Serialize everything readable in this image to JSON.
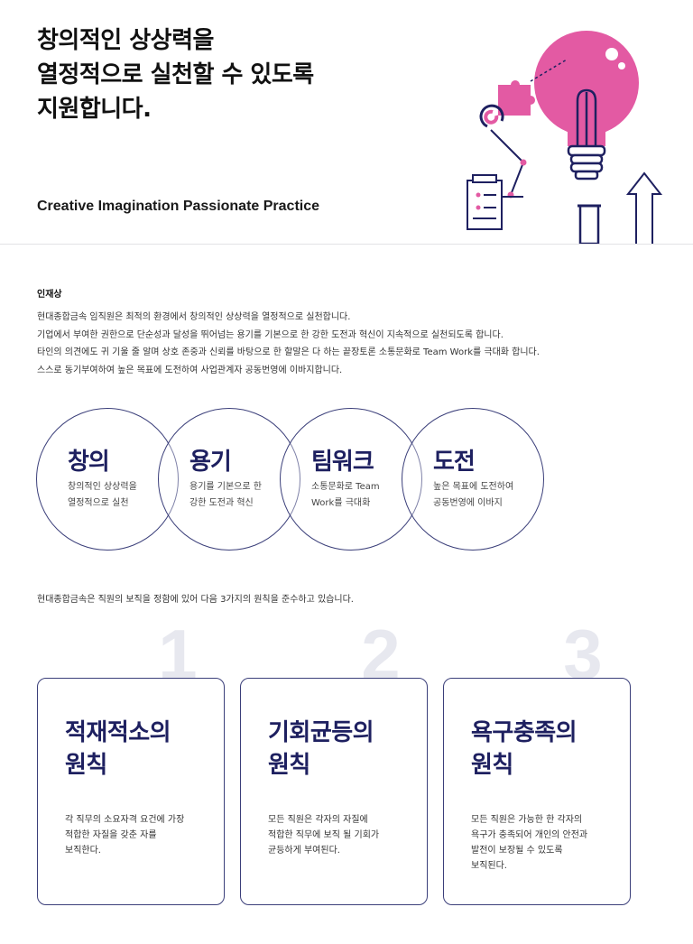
{
  "hero": {
    "title_lines": [
      "창의적인 상상력을",
      "열정적으로 실천할 수 있도록",
      "지원합니다."
    ],
    "subtitle": "Creative Imagination Passionate Practice",
    "illustration_icons": [
      "lightbulb-icon",
      "puzzle-piece-icon",
      "robot-arm-icon",
      "clipboard-icon",
      "arrow-up-icon"
    ]
  },
  "talent": {
    "heading": "인재상",
    "lines": [
      "현대종합금속 임직원은 최적의 환경에서 창의적인 상상력을 열정적으로 실천합니다.",
      "기업에서 부여한 권한으로 단순성과 달성을 뛰어넘는 용기를 기본으로 한 강한 도전과 혁신이 지속적으로 실천되도록 합니다.",
      "타인의 의견에도 귀 기울 줄 알며 상호 존중과 신뢰를 바탕으로 한 할말은 다 하는 끝장토론 소통문화로 Team Work를 극대화 합니다.",
      "스스로 동기부여하여 높은 목표에 도전하여 사업관계자 공동번영에 이바지합니다."
    ],
    "values": [
      {
        "title": "창의",
        "desc": [
          "창의적인 상상력을",
          "열정적으로 실천"
        ]
      },
      {
        "title": "용기",
        "desc": [
          "용기를 기본으로 한",
          "강한 도전과 혁신"
        ]
      },
      {
        "title": "팀워크",
        "desc": [
          "소통문화로 Team",
          "Work를 극대화"
        ]
      },
      {
        "title": "도전",
        "desc": [
          "높은 목표에 도전하여",
          "공동번영에 이바지"
        ]
      }
    ]
  },
  "principles": {
    "intro": "현대종합금속은 직원의 보직을 정함에 있어 다음 3가지의 원칙을 준수하고 있습니다.",
    "items": [
      {
        "number": "1",
        "title": [
          "적재적소의",
          "원칙"
        ],
        "desc": [
          "각 직무의 소요자격 요건에 가장",
          "적합한 자질을 갖춘 자를",
          "보직한다."
        ]
      },
      {
        "number": "2",
        "title": [
          "기회균등의",
          "원칙"
        ],
        "desc": [
          "모든 직원은 각자의 자질에",
          "적합한 직무에 보직 될 기회가",
          "균등하게 부여된다."
        ]
      },
      {
        "number": "3",
        "title": [
          "욕구충족의",
          "원칙"
        ],
        "desc": [
          "모든 직원은 가능한 한 각자의",
          "욕구가 충족되어 개인의 안전과",
          "발전이 보장될 수 있도록",
          "보직된다."
        ]
      }
    ]
  },
  "colors": {
    "navy": "#1e2060",
    "outline": "#3b3f7a",
    "pink": "#e35aa3",
    "number_gray": "#e7e8ef"
  }
}
